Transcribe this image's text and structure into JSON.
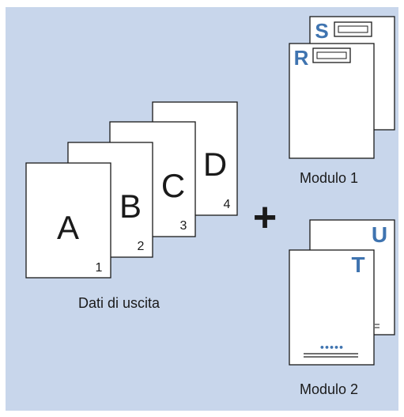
{
  "output_data": {
    "caption": "Dati di uscita",
    "pages": [
      {
        "letter": "A",
        "number": "1"
      },
      {
        "letter": "B",
        "number": "2"
      },
      {
        "letter": "C",
        "number": "3"
      },
      {
        "letter": "D",
        "number": "4"
      }
    ]
  },
  "plus_symbol": "+",
  "form1": {
    "caption": "Modulo 1",
    "back_letter": "S",
    "front_letter": "R"
  },
  "form2": {
    "caption": "Modulo 2",
    "back_letter": "U",
    "front_letter": "T",
    "dots": "•••••"
  },
  "colors": {
    "background": "#c8d6eb",
    "accent_letter": "#3f74b0",
    "page_fill": "#ffffff",
    "page_stroke": "#1a1a1a"
  }
}
